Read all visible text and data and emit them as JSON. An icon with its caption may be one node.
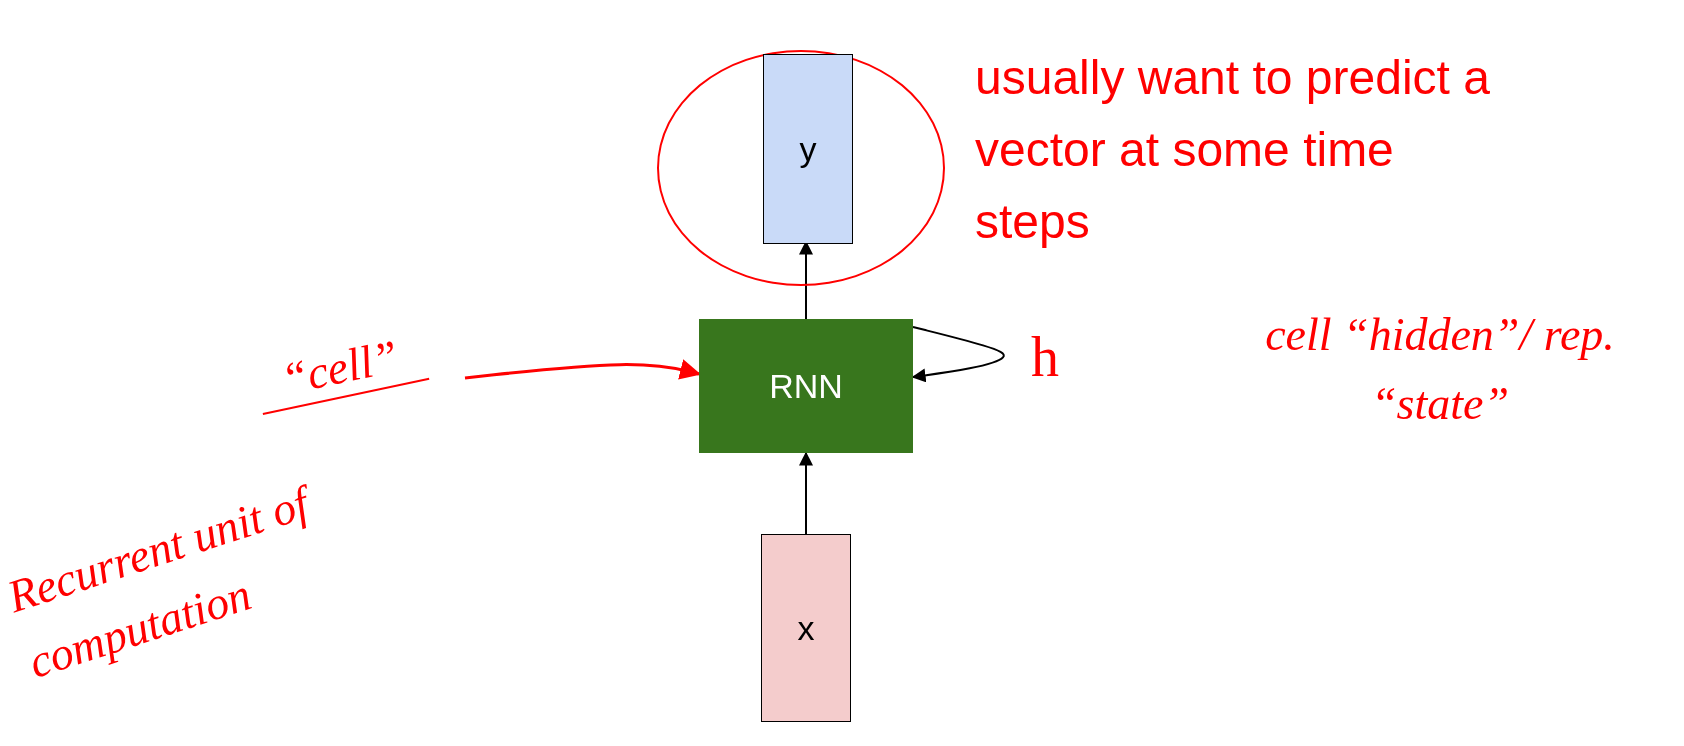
{
  "diagram": {
    "nodes": [
      {
        "text": [],
        "shape": "circle"
      },
      {
        "text": [
          "y"
        ],
        "in": 0
      },
      {
        "text": [
          "RNN"
        ]
      },
      {
        "text": [
          "x"
        ]
      },
      {
        "text": [
          "“cell”"
        ]
      }
    ],
    "edges": [
      {
        "from": 3,
        "to": 2,
        "arrow": "to"
      },
      {
        "from": 2,
        "to": 1,
        "arrow": "to"
      },
      {
        "from": 2,
        "to": 2,
        "arrow": "to",
        "label": "h"
      },
      {
        "from": 4,
        "to": 2,
        "arrow": "to",
        "color": "#ff0000"
      }
    ],
    "labels": [
      "usually want to predict a vector at some time steps",
      "Recurrent unit of computation",
      "cell “hidden”/ rep. “state”"
    ]
  }
}
